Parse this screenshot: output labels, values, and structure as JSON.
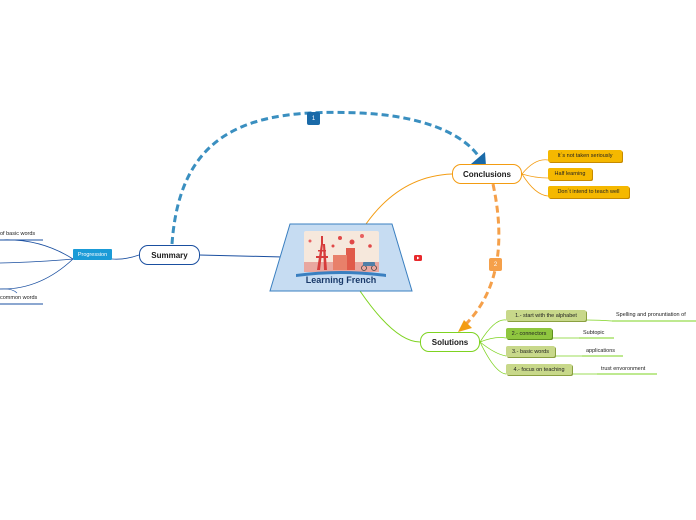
{
  "central": {
    "title": "Learning French"
  },
  "summary": {
    "label": "Summary",
    "progression": "Progression"
  },
  "left_items": [
    "of basic words",
    "common words"
  ],
  "conclusions": {
    "label": "Conclusions",
    "items": [
      "It´s not taken seriously",
      "Half learning",
      "Don´t intend to teach well"
    ]
  },
  "solutions": {
    "label": "Solutions",
    "items": [
      {
        "tag": "1.- start with the alphabet",
        "sub": "Spelling and pronuntiation of"
      },
      {
        "tag": "2.- connectors",
        "sub": "Subtopic"
      },
      {
        "tag": "3.- basic words",
        "sub": "applications"
      },
      {
        "tag": "4.- focus on teaching",
        "sub": "trust envoronment"
      }
    ]
  },
  "relationships": [
    {
      "label": "1"
    },
    {
      "label": "2"
    }
  ],
  "colors": {
    "central_fill": "#c6dcf2",
    "central_border": "#3a7fc0",
    "summary_border": "#1a4fa0",
    "conclusions_border": "#f39c12",
    "solutions_border": "#7ed321",
    "orange_tag": "#f5b800",
    "green_tag_1": "#c8d88a",
    "green_tag_2": "#8fc63f",
    "dashed_blue": "#3a8fc0",
    "dashed_orange": "#f5a04a"
  }
}
